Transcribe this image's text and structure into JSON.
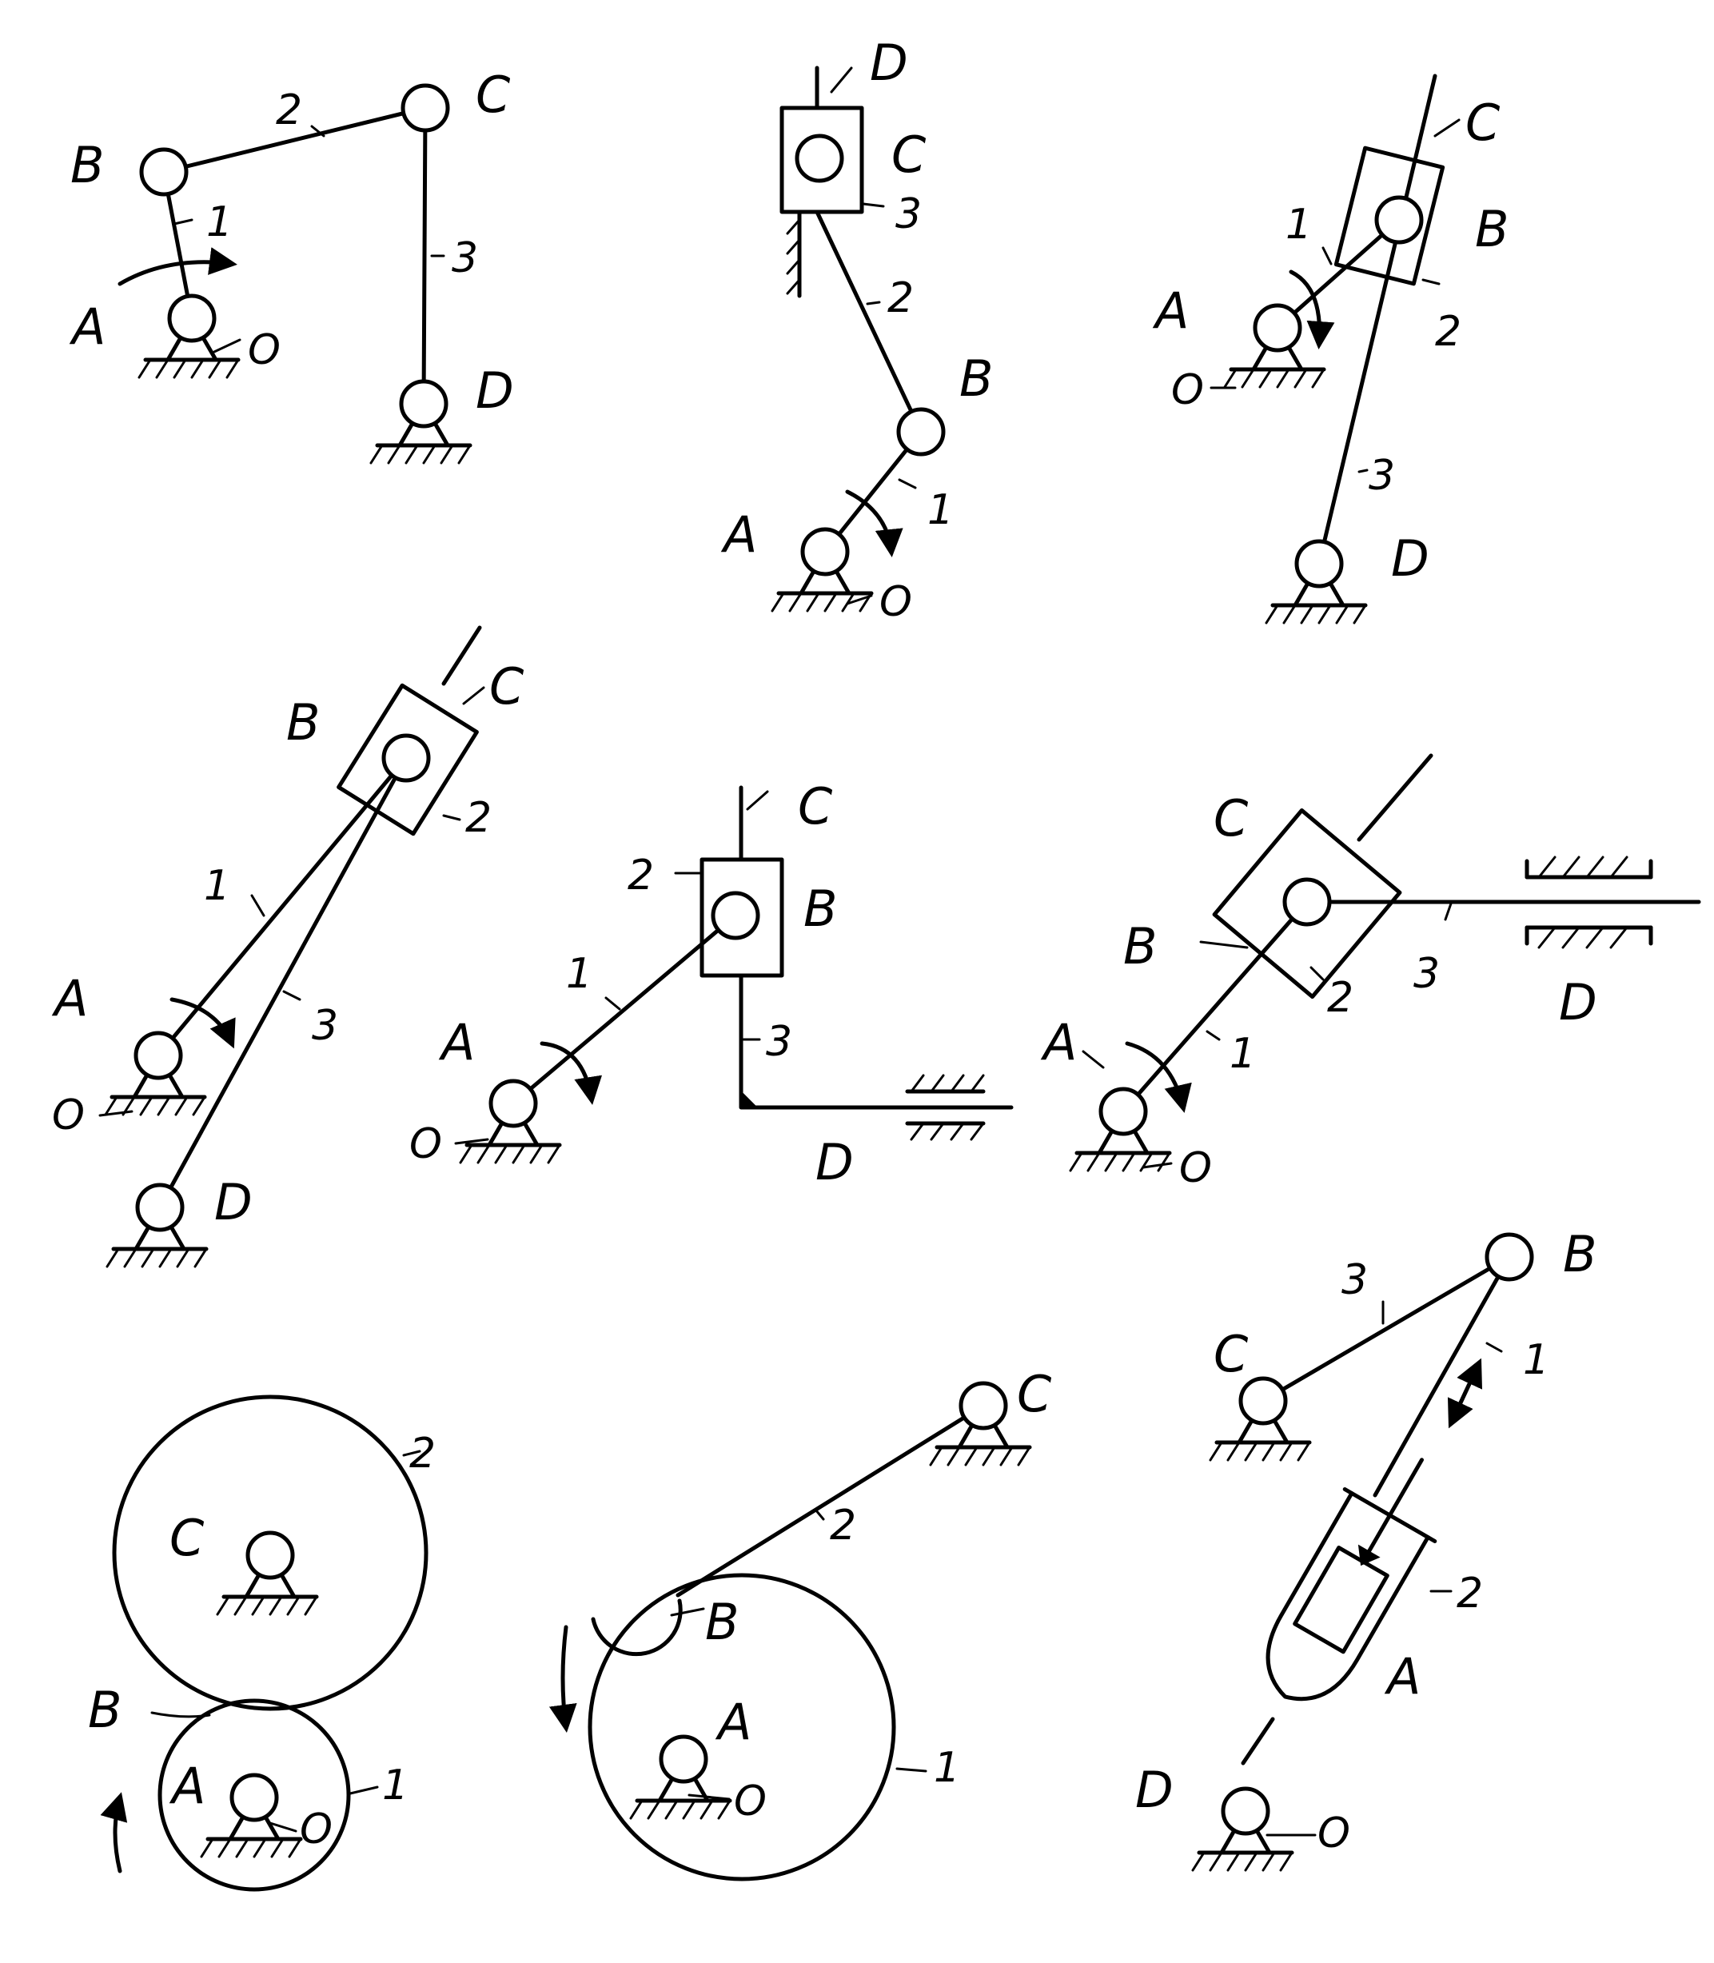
{
  "figure": {
    "description_free": true,
    "diagrams": [
      {
        "id": "m1",
        "labels": {
          "A": "A",
          "B": "B",
          "C": "C",
          "D": "D",
          "O": "O"
        },
        "links": {
          "1": "1",
          "2": "2",
          "3": "3"
        }
      },
      {
        "id": "m2",
        "labels": {
          "A": "A",
          "B": "B",
          "C": "C",
          "D": "D",
          "O": "O"
        },
        "links": {
          "1": "1",
          "2": "2",
          "3": "3"
        }
      },
      {
        "id": "m3",
        "labels": {
          "A": "A",
          "B": "B",
          "C": "C",
          "D": "D",
          "O": "O"
        },
        "links": {
          "1": "1",
          "2": "2",
          "3": "3"
        }
      },
      {
        "id": "m4",
        "labels": {
          "A": "A",
          "B": "B",
          "C": "C",
          "D": "D",
          "O": "O"
        },
        "links": {
          "1": "1",
          "2": "2",
          "3": "3"
        }
      },
      {
        "id": "m5",
        "labels": {
          "A": "A",
          "B": "B",
          "C": "C",
          "D": "D",
          "O": "O"
        },
        "links": {
          "1": "1",
          "2": "2",
          "3": "3"
        }
      },
      {
        "id": "m6",
        "labels": {
          "A": "A",
          "B": "B",
          "C": "C",
          "D": "D",
          "O": "O"
        },
        "links": {
          "1": "1",
          "2": "2",
          "3": "3"
        }
      },
      {
        "id": "m7",
        "labels": {
          "A": "A",
          "B": "B",
          "C": "C",
          "O": "O"
        },
        "links": {
          "1": "1",
          "2": "2"
        }
      },
      {
        "id": "m8",
        "labels": {
          "A": "A",
          "B": "B",
          "C": "C",
          "O": "O"
        },
        "links": {
          "1": "1",
          "2": "2"
        }
      },
      {
        "id": "m9",
        "labels": {
          "A": "A",
          "B": "B",
          "C": "C",
          "D": "D",
          "O": "O"
        },
        "links": {
          "1": "1",
          "2": "2",
          "3": "3"
        }
      }
    ]
  }
}
